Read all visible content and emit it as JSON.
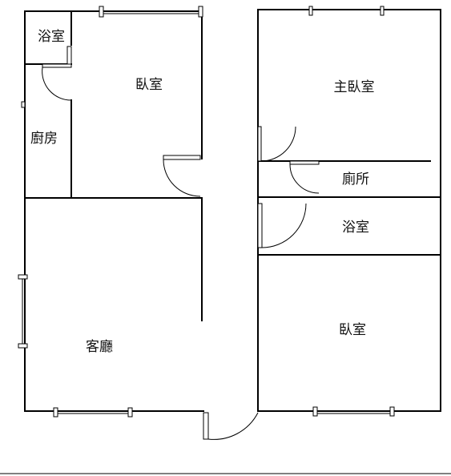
{
  "floor_plan": {
    "rooms": {
      "bath_small": "浴室",
      "bedroom_top": "臥室",
      "kitchen": "廚房",
      "master_bedroom": "主臥室",
      "toilet": "廁所",
      "bath_right": "浴室",
      "living_room": "客廳",
      "bedroom_bottom": "臥室"
    }
  }
}
